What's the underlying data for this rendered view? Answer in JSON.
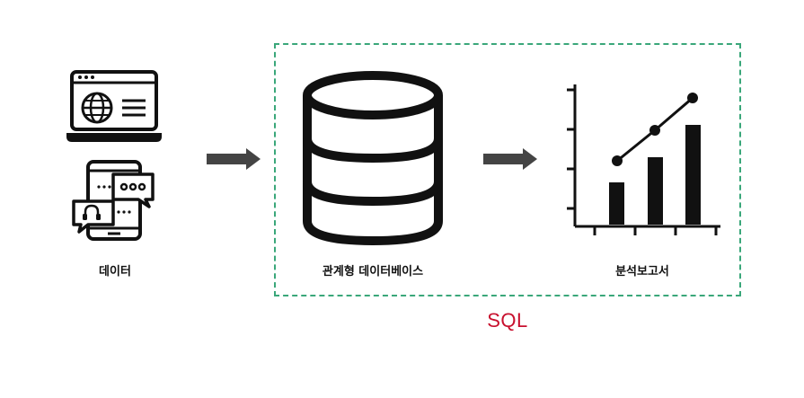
{
  "labels": {
    "data": "데이터",
    "relational_db": "관계형 데이터베이스",
    "analysis_report": "분석보고서",
    "sql": "SQL"
  },
  "icons": {
    "data": [
      "laptop-globe-icon",
      "phone-chat-icon"
    ],
    "database": "database-icon",
    "report": "bar-line-chart-icon",
    "arrow": "arrow-right-icon"
  },
  "colors": {
    "frame": "#3aa77a",
    "sql_text": "#c8102e",
    "arrow": "#444444",
    "icon": "#111111"
  }
}
